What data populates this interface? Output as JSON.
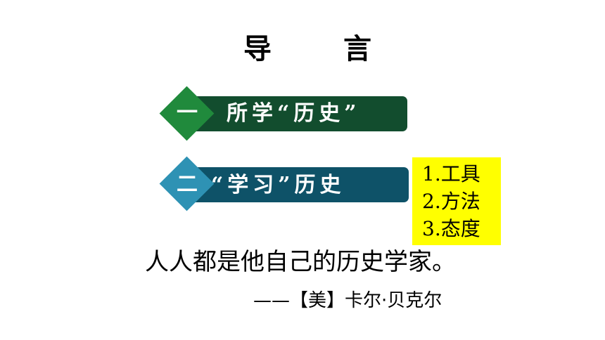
{
  "title": "导 言",
  "sections": [
    {
      "number": "一",
      "label": "所学“历史”",
      "bar_color": "#124d2e",
      "diamond_color": "#208a3c"
    },
    {
      "number": "二",
      "label": "“学习”历史",
      "bar_color": "#0e5268",
      "diamond_color": "#2e92b4"
    }
  ],
  "notes": {
    "background": "#ffff00",
    "items": [
      "1.工具",
      "2.方法",
      "3.态度"
    ]
  },
  "quote": {
    "text": "人人都是他自己的历史学家。",
    "attribution": "——【美】卡尔·贝克尔"
  }
}
